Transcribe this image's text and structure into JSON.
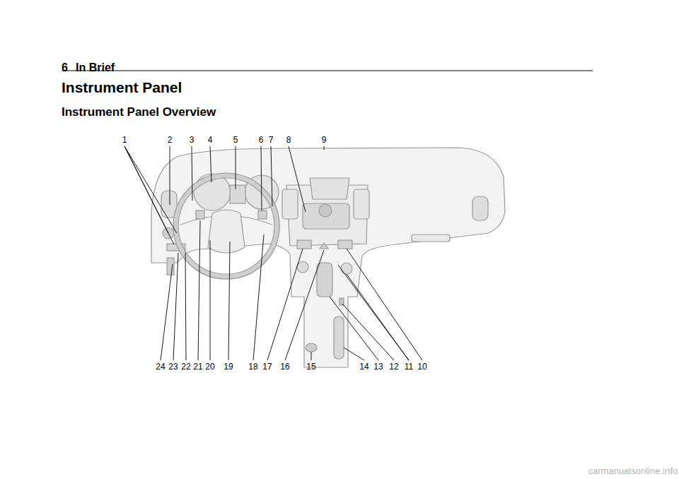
{
  "diagram": {
    "title": "Instrument Panel",
    "labels": [
      "6",
      "In Brief",
      "Instrument Panel Overview",
      "1",
      "2",
      "3",
      "4",
      "5",
      "6",
      "7",
      "8",
      "9",
      "24",
      "23",
      "22",
      "21",
      "20",
      "19",
      "18",
      "17",
      "16",
      "15",
      "14",
      "13",
      "12",
      "11",
      "10",
      "carmanualsonline.info"
    ]
  }
}
